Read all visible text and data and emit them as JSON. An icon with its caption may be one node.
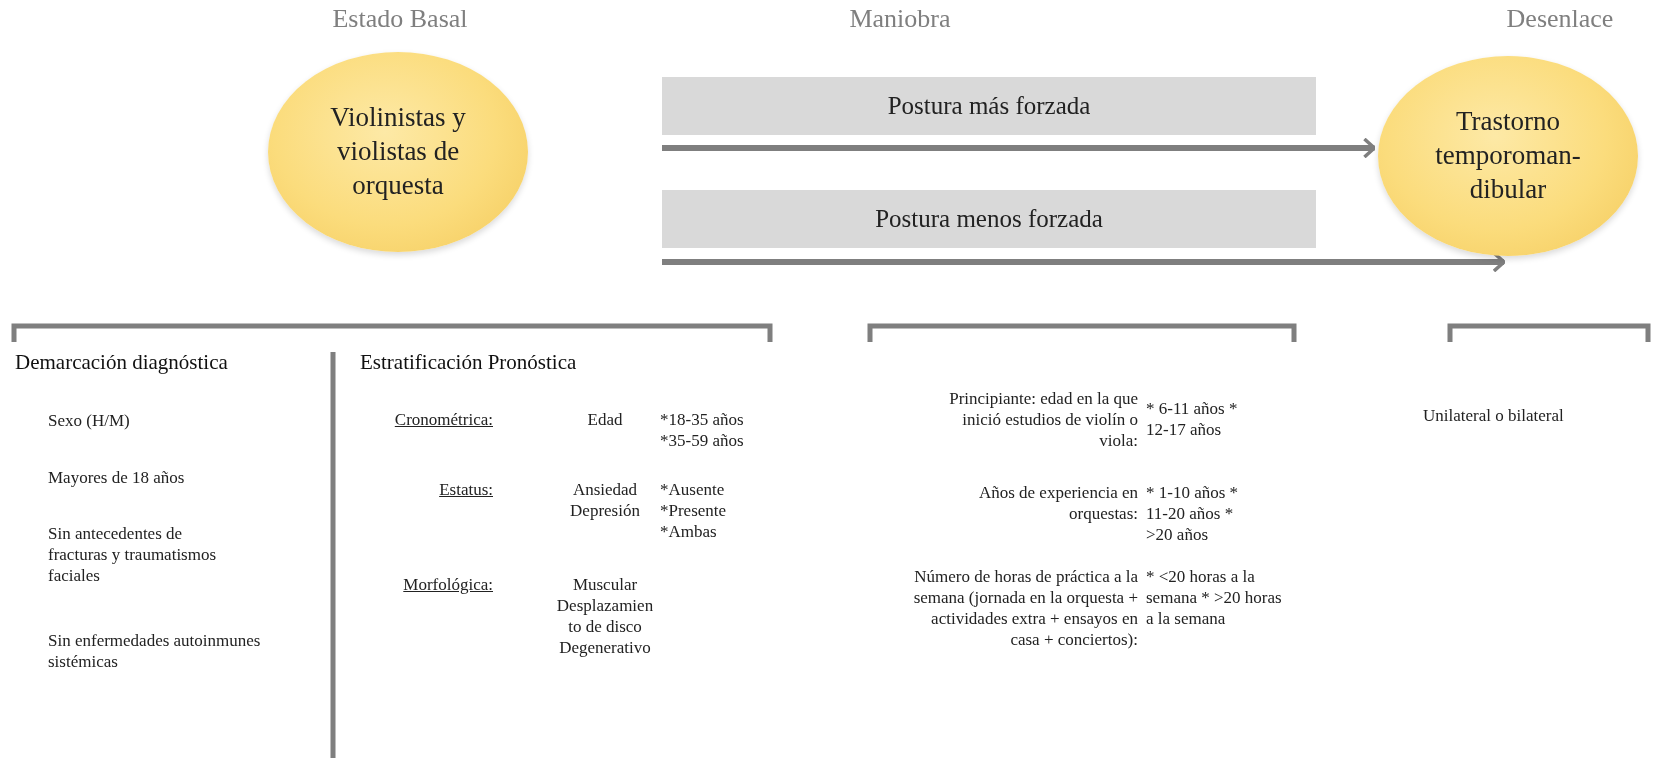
{
  "diagram": {
    "nodes": [
      {
        "text": [
          "Violinistas y violistas de orquesta"
        ]
      },
      {
        "text": [
          "Postura más forzada"
        ]
      },
      {
        "text": [
          "Postura menos forzada"
        ]
      },
      {
        "text": [
          "Trastorno temporoman-dibular"
        ]
      }
    ],
    "edges": [
      {
        "from": 1,
        "to": 3,
        "arrow": "to"
      },
      {
        "from": 2,
        "to": 3,
        "arrow": "to"
      }
    ],
    "labels": [
      "Estado Basal",
      "Maniobra",
      "Desenlace",
      "Demarcación diagnóstica",
      "Sexo (H/M)",
      "Mayores de 18 años",
      "Sin antecedentes de fracturas y traumatismos faciales",
      "Sin enfermedades autoinmunes sistémicas",
      "Estratificación Pronóstica",
      "Cronométrica:",
      "Edad",
      "*18-35 años *35-59 años",
      "Estatus:",
      "Ansiedad Depresión",
      "*Ausente *Presente *Ambas",
      "Morfológica:",
      "Muscular Desplazamiento de disco Degenerativo",
      "Principiante: edad en la que inició estudios de violín o viola:",
      "* 6-11 años * 12-17 años",
      "Años de experiencia en orquestas:",
      "* 1-10 años * 11-20 años * >20 años",
      "Número de horas de práctica a la semana (jornada en la orquesta + actividades extra + ensayos en casa + conciertos):",
      "* <20 horas a la semana * >20 horas a la semana",
      "Unilateral o bilateral"
    ]
  }
}
